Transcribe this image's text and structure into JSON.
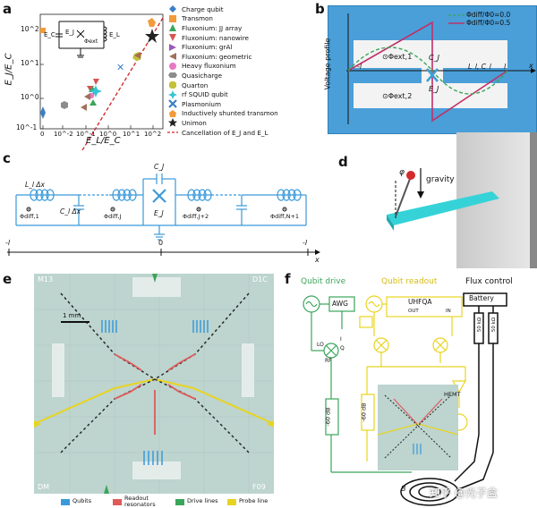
{
  "panels": {
    "a": "a",
    "b": "b",
    "c": "c",
    "d": "d",
    "e": "e",
    "f": "f"
  },
  "panel_a": {
    "ylabel": "E_J/E_C",
    "xlabel": "E_L/E_C",
    "y_ticks": [
      "10^2",
      "10^1",
      "10^0",
      "10^-1"
    ],
    "x_ticks": [
      "0",
      "10^-2",
      "10^-1",
      "10^0",
      "10^1",
      "10^2"
    ],
    "inset": {
      "ec": "E_C",
      "ej": "E_J",
      "el": "E_L",
      "phi": "Φext"
    },
    "legend": [
      {
        "label": "Charge qubit",
        "color": "#3b7fc4",
        "shape": "diamond"
      },
      {
        "label": "Transmon",
        "color": "#f29b3a",
        "shape": "square"
      },
      {
        "label": "Fluxonium: JJ array",
        "color": "#3aa55a",
        "shape": "triangle-up"
      },
      {
        "label": "Fluxonium: nanowire",
        "color": "#d9534f",
        "shape": "triangle-down"
      },
      {
        "label": "Fluxonium: grAl",
        "color": "#9b59b6",
        "shape": "triangle-right"
      },
      {
        "label": "Fluxonium: geometric",
        "color": "#a0705a",
        "shape": "triangle-left"
      },
      {
        "label": "Heavy fluxonium",
        "color": "#e679c4",
        "shape": "circle"
      },
      {
        "label": "Quasicharge",
        "color": "#8c8c8c",
        "shape": "hexagon"
      },
      {
        "label": "Quarton",
        "color": "#c3c23a",
        "shape": "octagon"
      },
      {
        "label": "rf SQUID qubit",
        "color": "#35c4d6",
        "shape": "star4"
      },
      {
        "label": "Plasmonium",
        "color": "#3b7fc4",
        "shape": "x"
      },
      {
        "label": "Inductively shunted transmon",
        "color": "#f29b3a",
        "shape": "pentagon"
      },
      {
        "label": "Unimon",
        "color": "#222222",
        "shape": "star"
      },
      {
        "label": "Cancellation of E_J and E_L",
        "color": "#d62020",
        "shape": "dash"
      }
    ]
  },
  "panel_b": {
    "ylabel": "Voltage profile",
    "x_axis": "x",
    "left_end": "-l",
    "right_end": "l",
    "legend": [
      {
        "label": "Φdiff/Φ0=0.0",
        "color": "#3aa55a",
        "style": "dashed"
      },
      {
        "label": "Φdiff/Φ0=0.5",
        "color": "#c0306a",
        "style": "solid"
      }
    ],
    "phi_ext1": "⊙Φext,1",
    "phi_ext2": "⊙Φext,2",
    "cj": "C_J",
    "ej": "E_J",
    "lc": "L_l, C_l"
  },
  "panel_c": {
    "cj": "C_J",
    "ldx": "L_l Δx",
    "cdx": "C_l Δx",
    "ej": "E_J",
    "phis": [
      "Φdiff,1",
      "Φdiff,J",
      "Φdiff,J+2",
      "Φdiff,N+1"
    ],
    "axis": [
      "-l",
      "0",
      "-l",
      "x"
    ]
  },
  "panel_d": {
    "phi": "φ",
    "gravity": "gravity"
  },
  "panel_e": {
    "scale": "1 mm",
    "chip_labels": [
      "M13",
      "D1C",
      "DM",
      "F09"
    ],
    "legend": [
      {
        "label": "Qubits",
        "color": "#3a9ad9"
      },
      {
        "label": "Readout resonators",
        "color": "#e05a5a"
      },
      {
        "label": "Drive lines",
        "color": "#3aa55a"
      },
      {
        "label": "Probe line",
        "color": "#e8d420"
      }
    ]
  },
  "panel_f": {
    "qubit_drive": "Qubit drive",
    "qubit_readout": "Qubit readout",
    "flux_control": "Flux control",
    "awg": "AWG",
    "uhfqa": "UHFQA",
    "out": "OUT",
    "in": "IN",
    "battery": "Battery",
    "res1": "50 kΩ",
    "res2": "50 kΩ",
    "atten1": "-60 dB",
    "atten2": "-60 dB",
    "hemt": "HEMT",
    "lo": "LO",
    "i": "I",
    "q": "Q",
    "rf": "RF",
    "b_field": "B",
    "watermark": "知乎 @光子盒"
  }
}
